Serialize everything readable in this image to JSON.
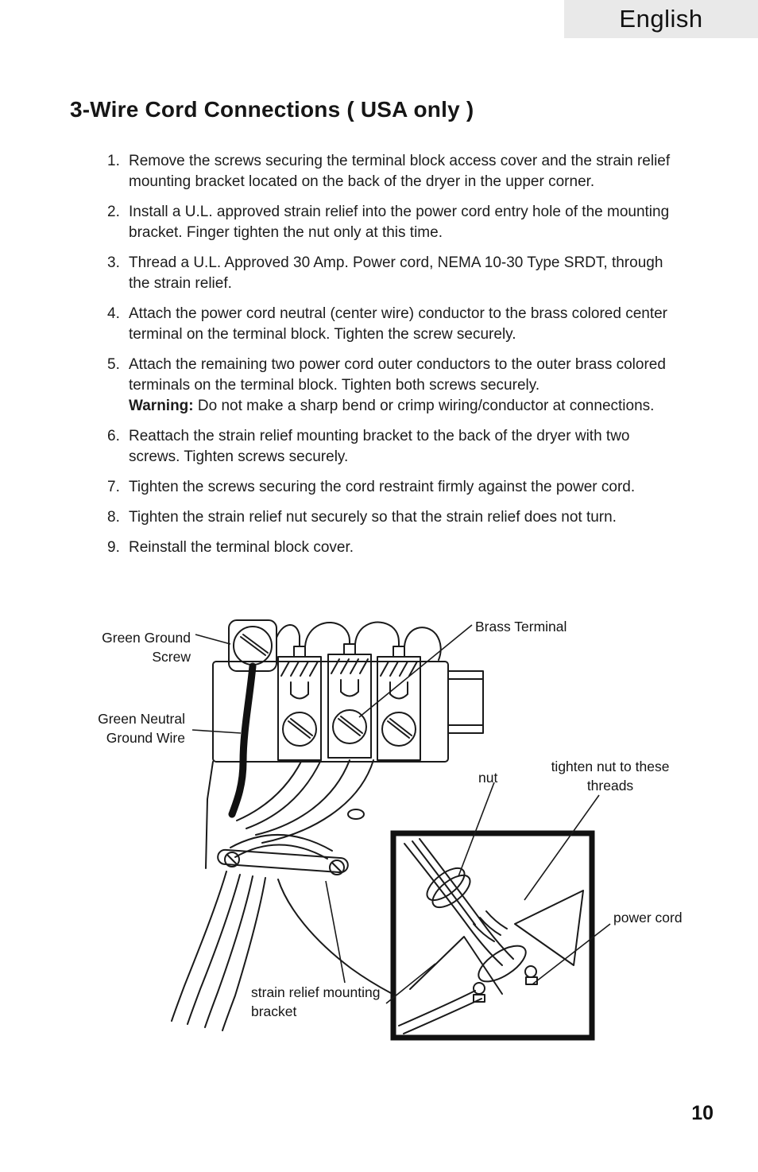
{
  "header": {
    "language_tab": "English"
  },
  "title": "3-Wire Cord Connections ( USA only )",
  "instructions": [
    {
      "num": "1.",
      "text": "Remove the screws securing the terminal block access cover and the strain relief mounting bracket located on the back of the dryer in the upper corner."
    },
    {
      "num": "2.",
      "text": "Install a U.L. approved strain relief into the power cord entry hole of the mounting bracket. Finger tighten the nut only at this time."
    },
    {
      "num": "3.",
      "text": "Thread a U.L. Approved 30 Amp. Power cord, NEMA 10-30 Type SRDT, through the strain relief."
    },
    {
      "num": "4.",
      "text": "Attach the power cord neutral (center wire) conductor to the brass colored center terminal on the terminal block. Tighten the screw securely."
    },
    {
      "num": "5.",
      "text": "Attach the remaining two power cord outer conductors to the outer brass colored terminals on the terminal block. Tighten both screws securely.",
      "warning_label": "Warning:",
      "warning_text": " Do not make a sharp bend or crimp wiring/conductor at connections."
    },
    {
      "num": "6.",
      "text": "Reattach the strain relief mounting bracket to the back of the dryer with two screws. Tighten screws securely."
    },
    {
      "num": "7.",
      "text": "Tighten the screws securing the cord restraint firmly against the power cord."
    },
    {
      "num": "8.",
      "text": "Tighten the strain relief nut securely so that the strain relief does not turn."
    },
    {
      "num": "9.",
      "text": "Reinstall the terminal block cover."
    }
  ],
  "diagram": {
    "labels": {
      "brass_terminal": "Brass Terminal",
      "green_ground_screw": "Green Ground Screw",
      "green_neutral_ground_wire": "Green Neutral Ground Wire",
      "nut": "nut",
      "tighten_nut_to_these_threads": "tighten nut to these threads",
      "power_cord": "power cord",
      "strain_relief_mounting_bracket": "strain relief mounting bracket"
    }
  },
  "footer": {
    "page_number": "10"
  }
}
